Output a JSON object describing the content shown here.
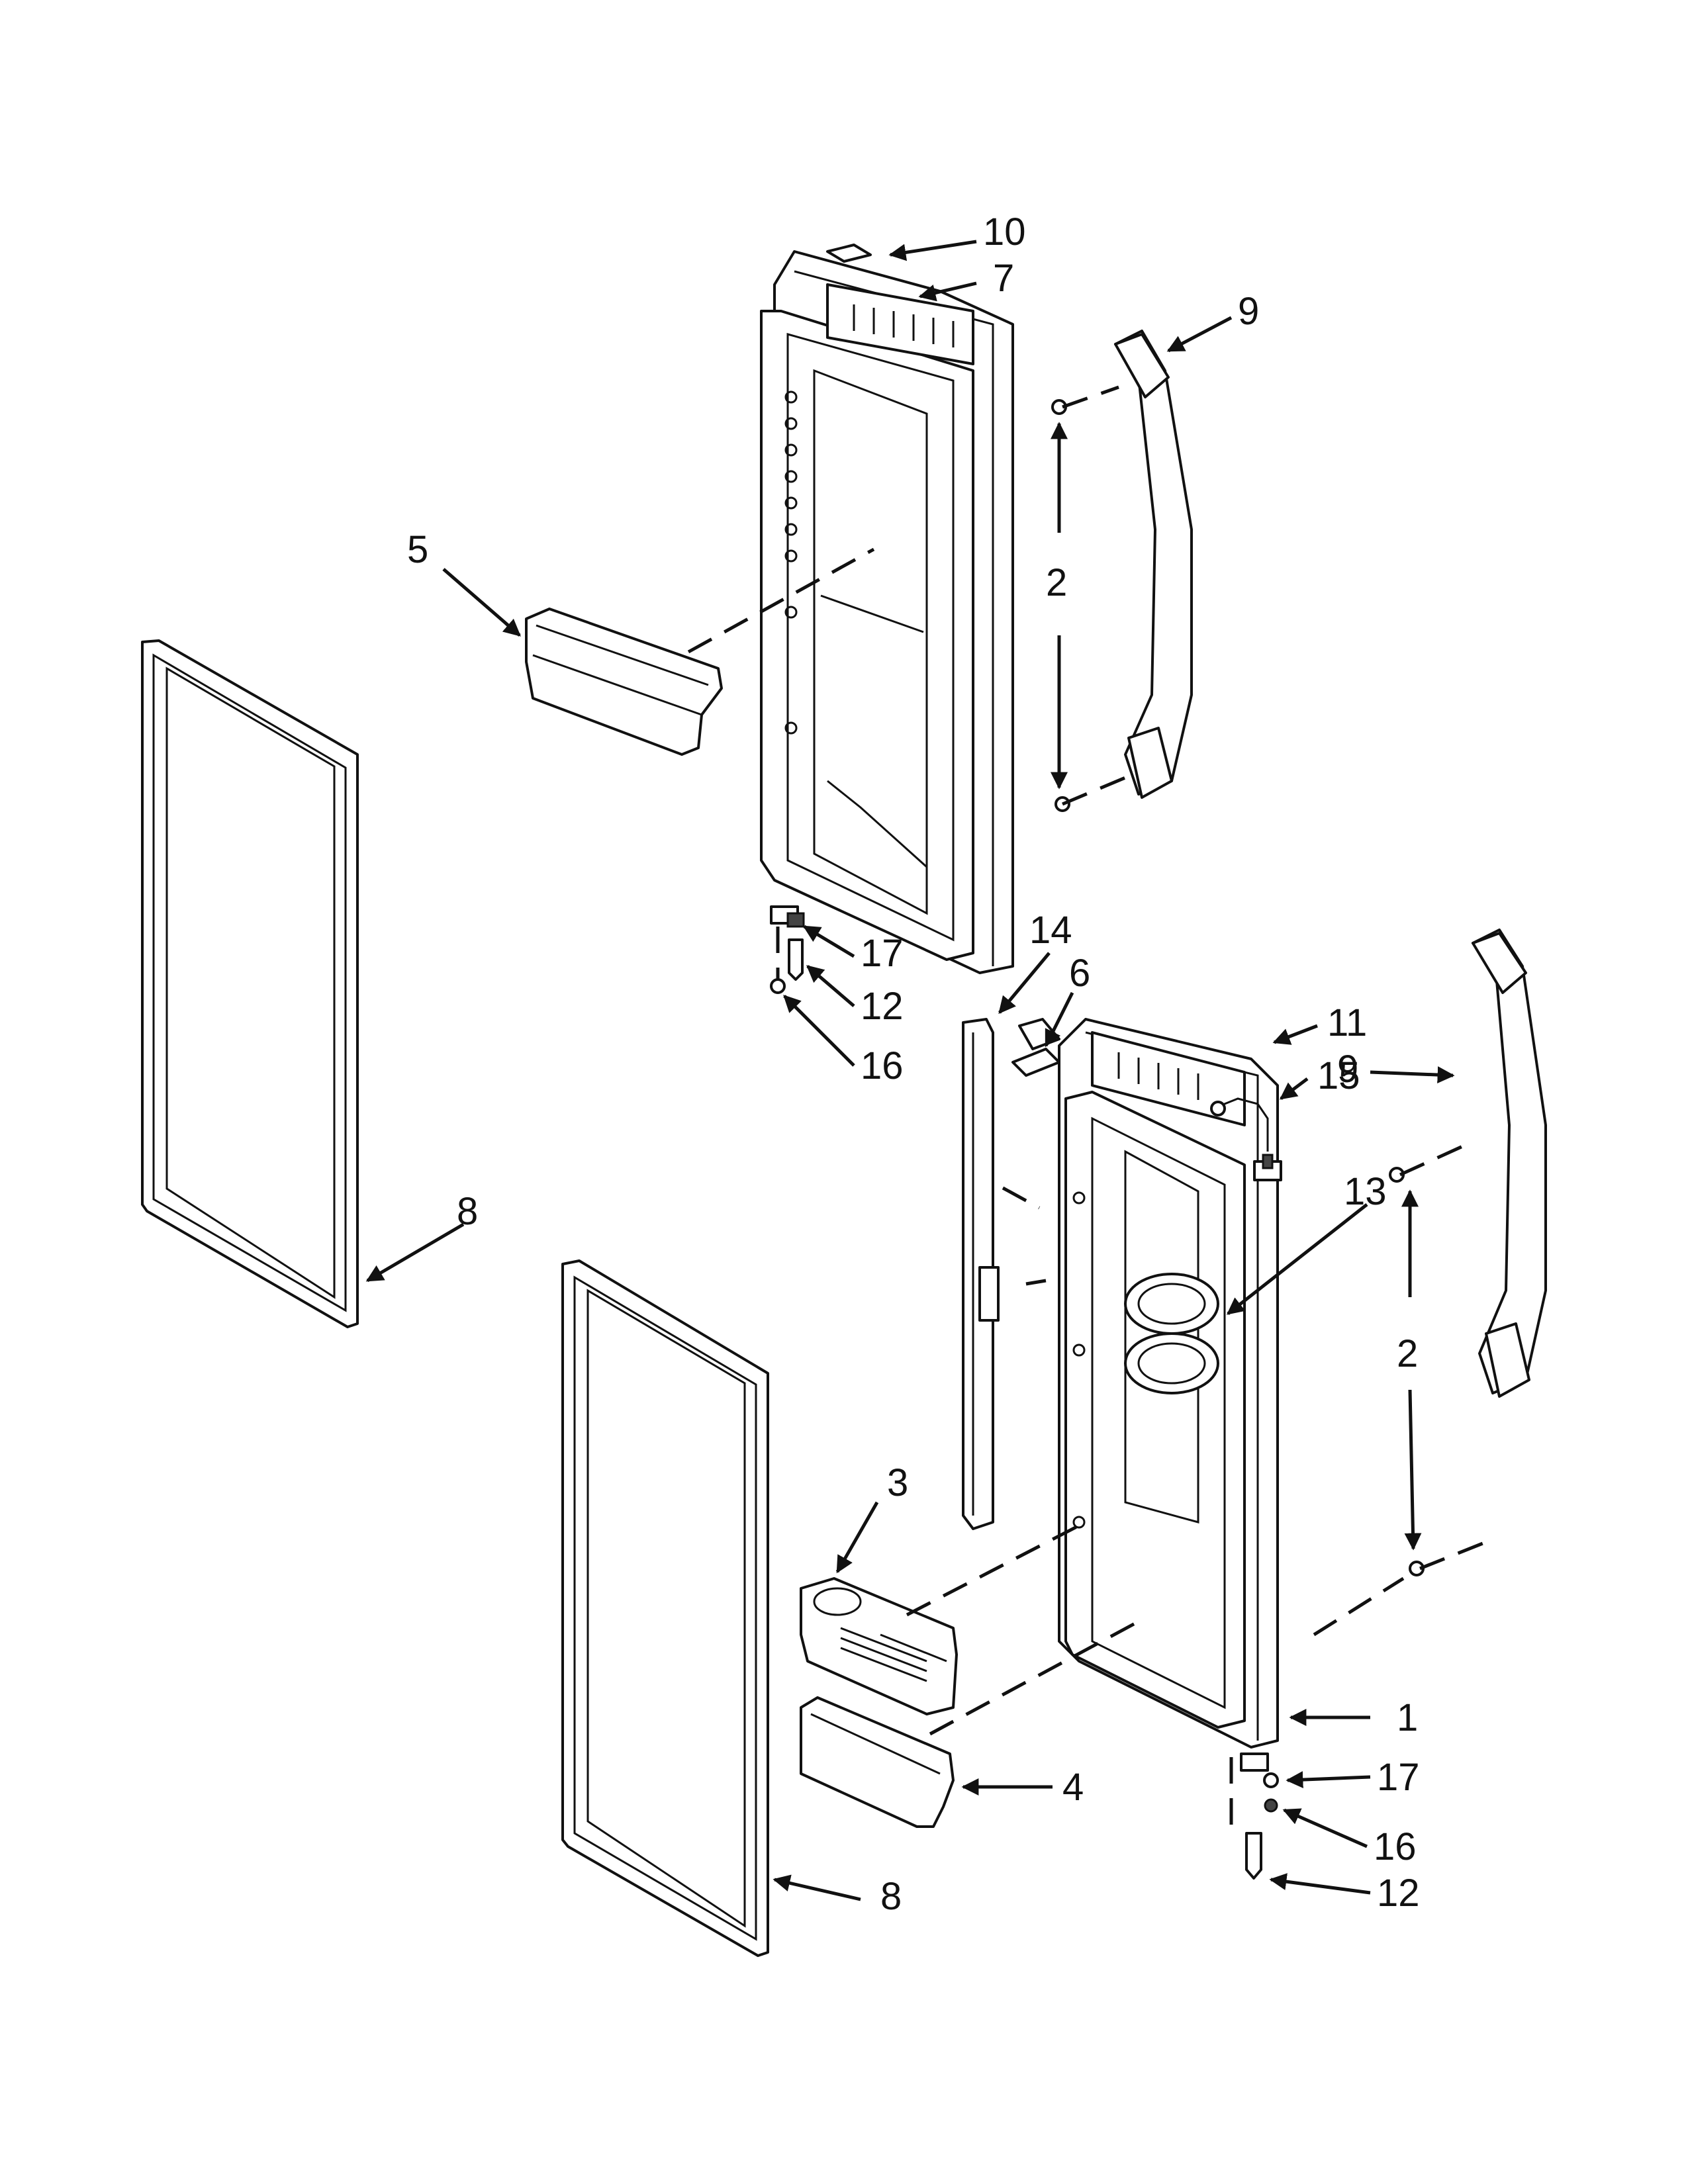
{
  "callouts": {
    "c1": "1",
    "c2a": "2",
    "c2b": "2",
    "c3": "3",
    "c4": "4",
    "c5": "5",
    "c6": "6",
    "c7": "7",
    "c8a": "8",
    "c8b": "8",
    "c9a": "9",
    "c9b": "9",
    "c10": "10",
    "c11": "11",
    "c12a": "12",
    "c12b": "12",
    "c13": "13",
    "c14": "14",
    "c15": "15",
    "c16a": "16",
    "c16b": "16",
    "c17a": "17",
    "c17b": "17"
  }
}
